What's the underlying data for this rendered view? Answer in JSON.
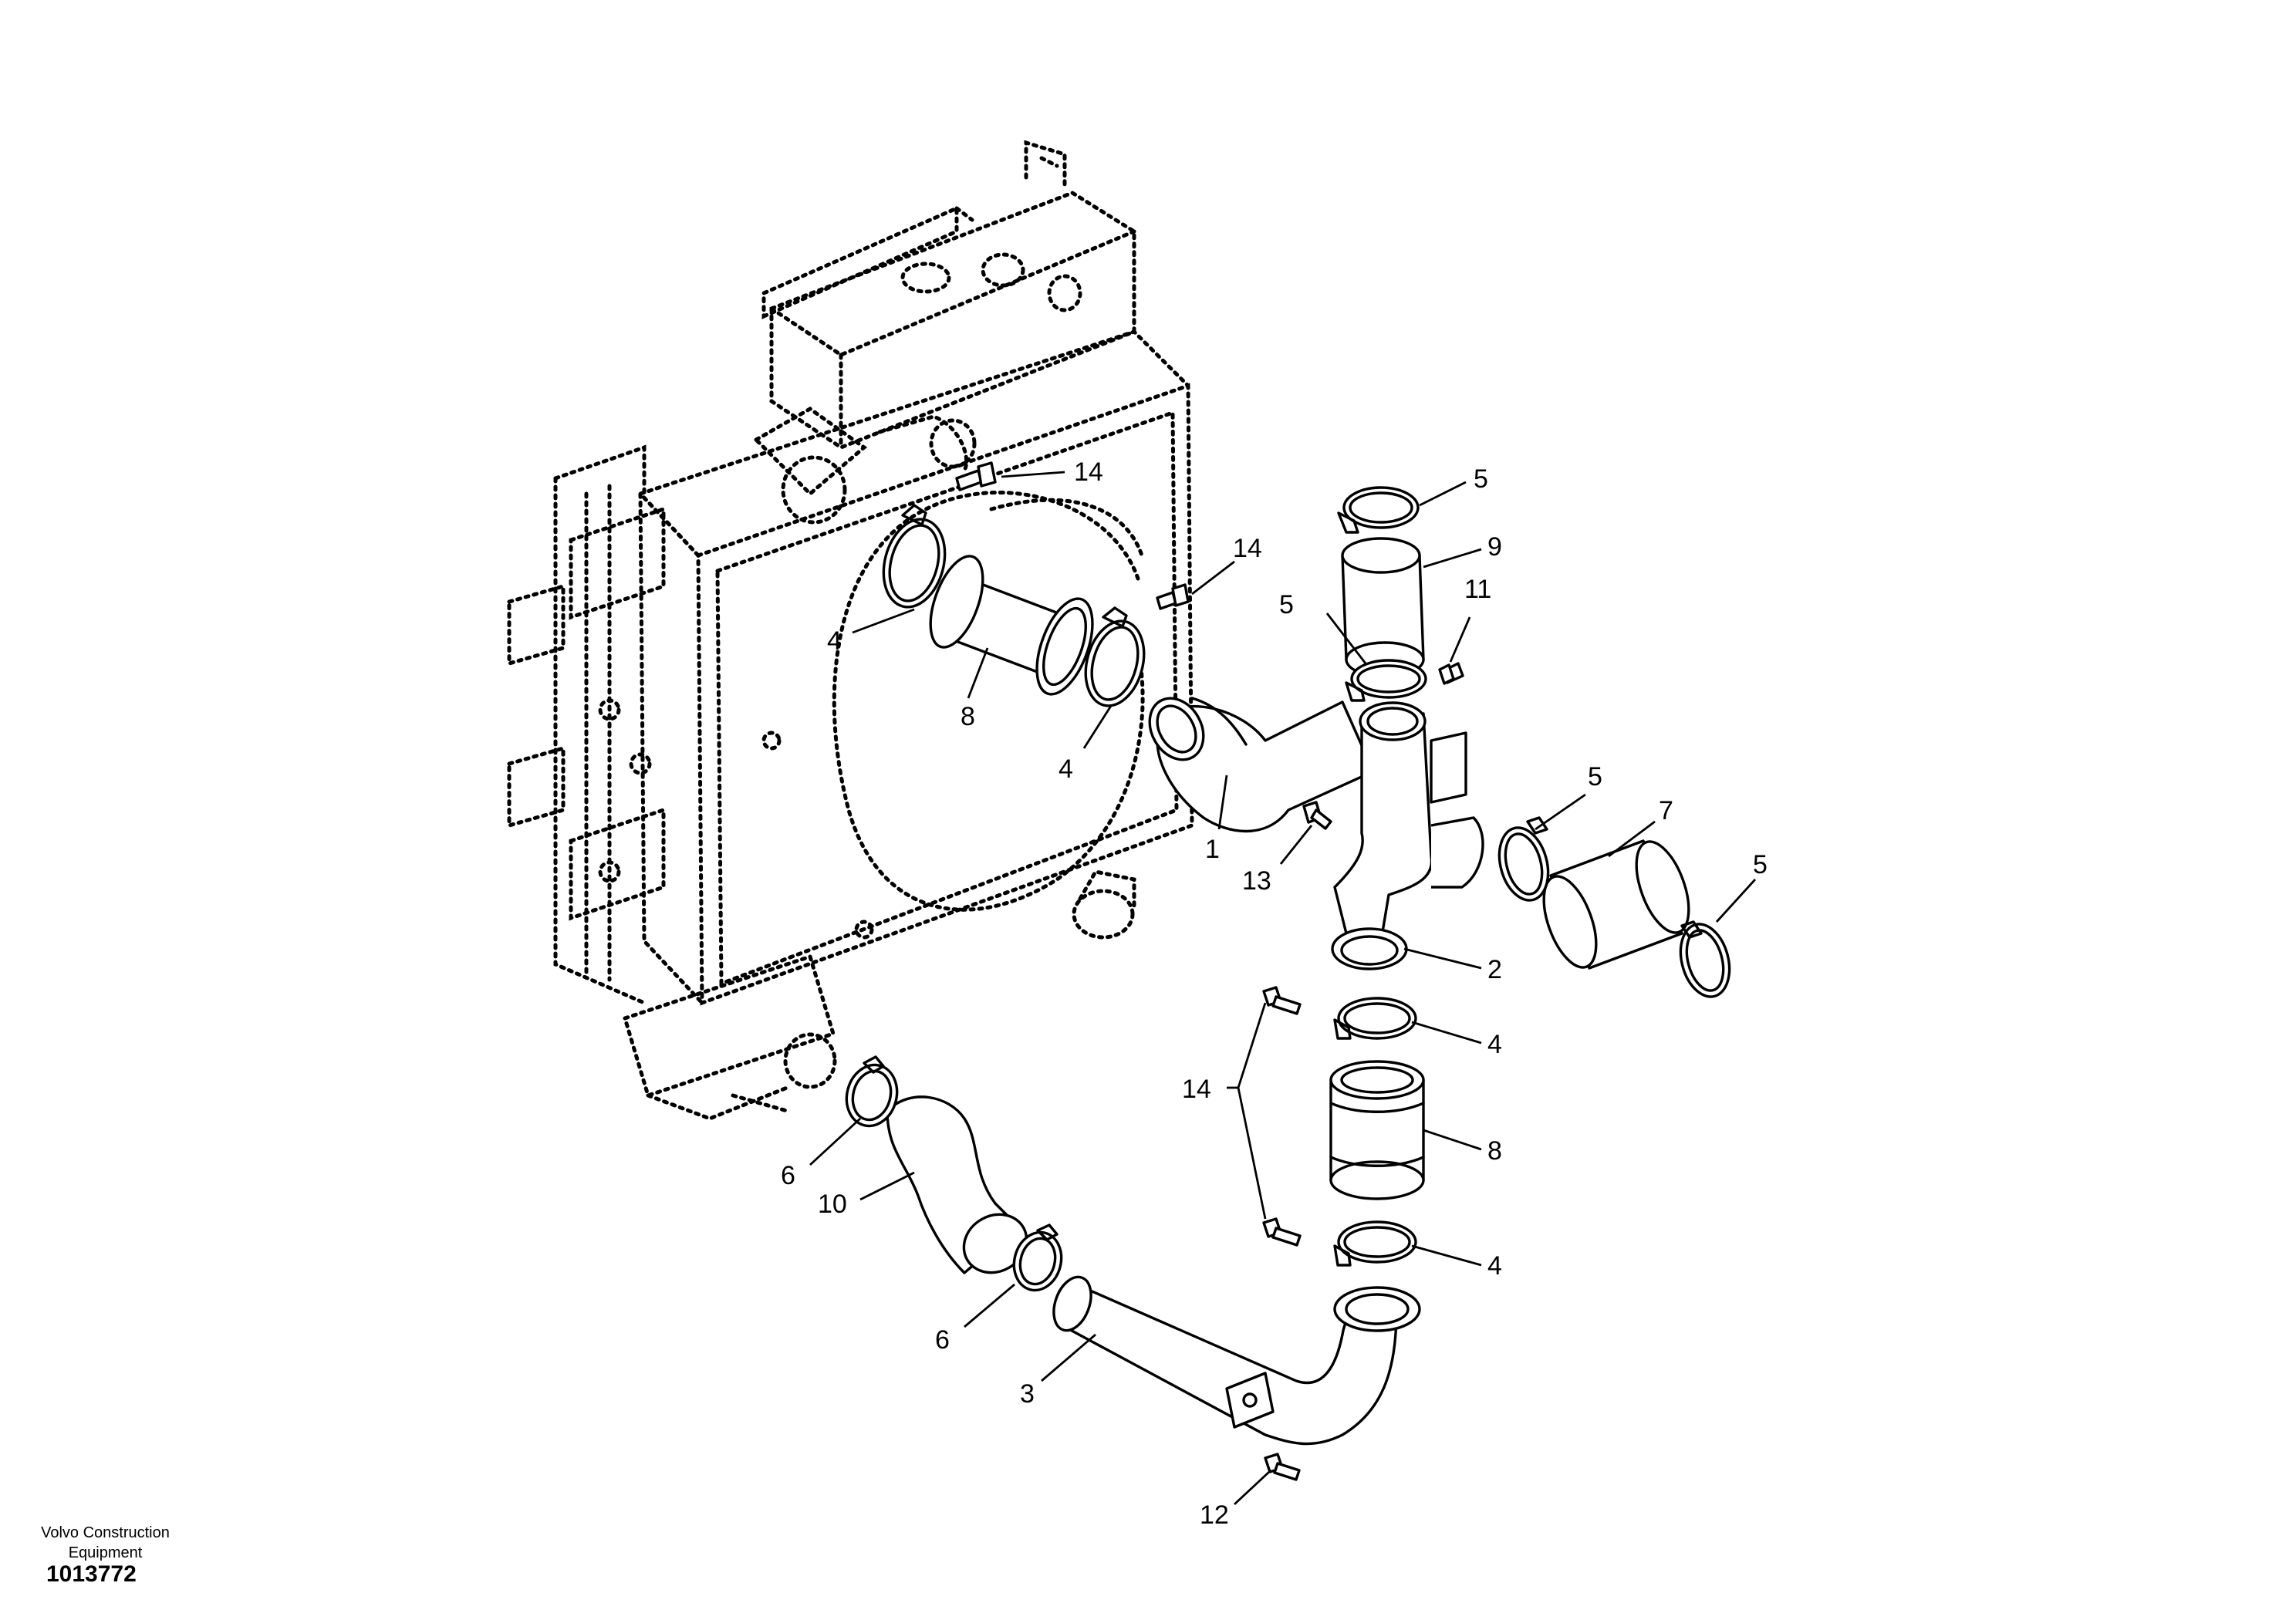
{
  "callouts": {
    "c1": "1",
    "c2": "2",
    "c3": "3",
    "c4a": "4",
    "c4b": "4",
    "c4c": "4",
    "c4d": "4",
    "c5a": "5",
    "c5b": "5",
    "c5c": "5",
    "c5d": "5",
    "c6a": "6",
    "c6b": "6",
    "c7": "7",
    "c8a": "8",
    "c8b": "8",
    "c9": "9",
    "c10": "10",
    "c11": "11",
    "c12": "12",
    "c13": "13",
    "c14a": "14",
    "c14b": "14",
    "c14c": "14"
  },
  "footer": {
    "brand_line1": "Volvo Construction",
    "brand_line2": "Equipment",
    "doc_number": "1013772"
  },
  "colors": {
    "line": "#000000",
    "background": "#ffffff"
  }
}
